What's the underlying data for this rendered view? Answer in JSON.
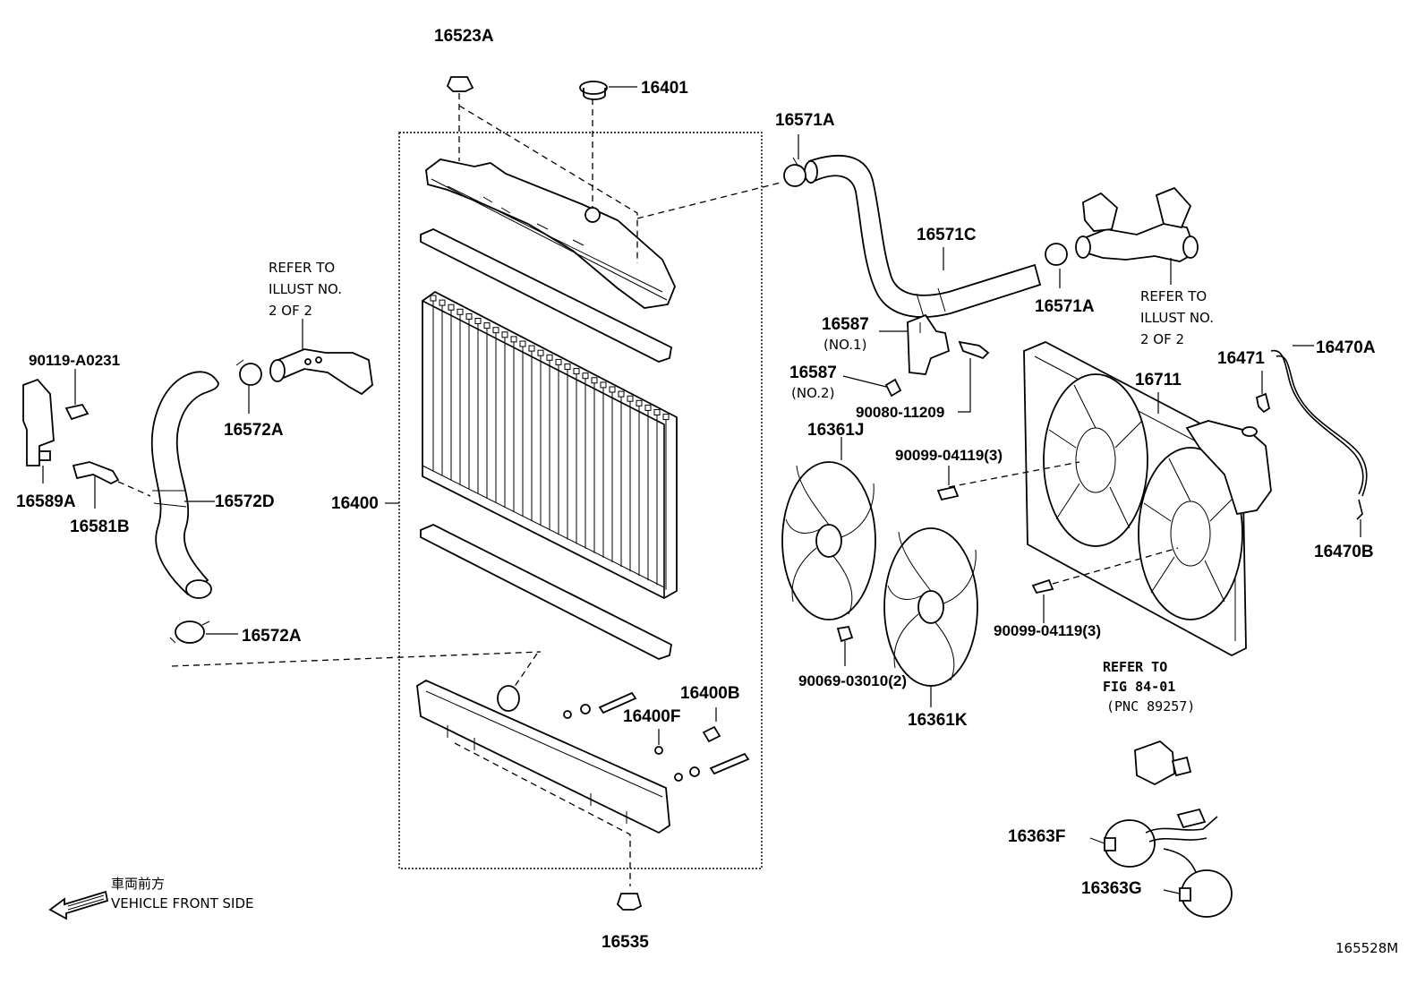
{
  "labels": {
    "p16523A": "16523A",
    "p16401": "16401",
    "p16571A_top": "16571A",
    "p16571C": "16571C",
    "p16571A_right": "16571A",
    "refer_illust_right": [
      "REFER TO",
      "ILLUST NO.",
      "2 OF 2"
    ],
    "refer_illust_left": [
      "REFER TO",
      "ILLUST NO.",
      "2 OF 2"
    ],
    "p90119": "90119-A0231",
    "p16572A_top": "16572A",
    "p16589A": "16589A",
    "p16581B": "16581B",
    "p16572D": "16572D",
    "p16400": "16400",
    "p16572A_bottom": "16572A",
    "p16587_no1": "16587",
    "p16587_no1_sub": "(NO.1)",
    "p16587_no2": "16587",
    "p16587_no2_sub": "(NO.2)",
    "p90080": "90080-11209",
    "p16361J": "16361J",
    "p90099_a": "90099-04119(3)",
    "p90099_b": "90099-04119(3)",
    "p16711": "16711",
    "p16471": "16471",
    "p16470A": "16470A",
    "p16470B": "16470B",
    "p90069": "90069-03010(2)",
    "p16361K": "16361K",
    "p16400B": "16400B",
    "p16400F": "16400F",
    "refer_fig": [
      "REFER TO",
      "FIG 84-01",
      "(PNC 89257)"
    ],
    "p16363F": "16363F",
    "p16363G": "16363G",
    "p16535": "16535",
    "front_jp": "車両前方",
    "front_en": "VEHICLE FRONT SIDE",
    "drawing_no": "165528M"
  }
}
